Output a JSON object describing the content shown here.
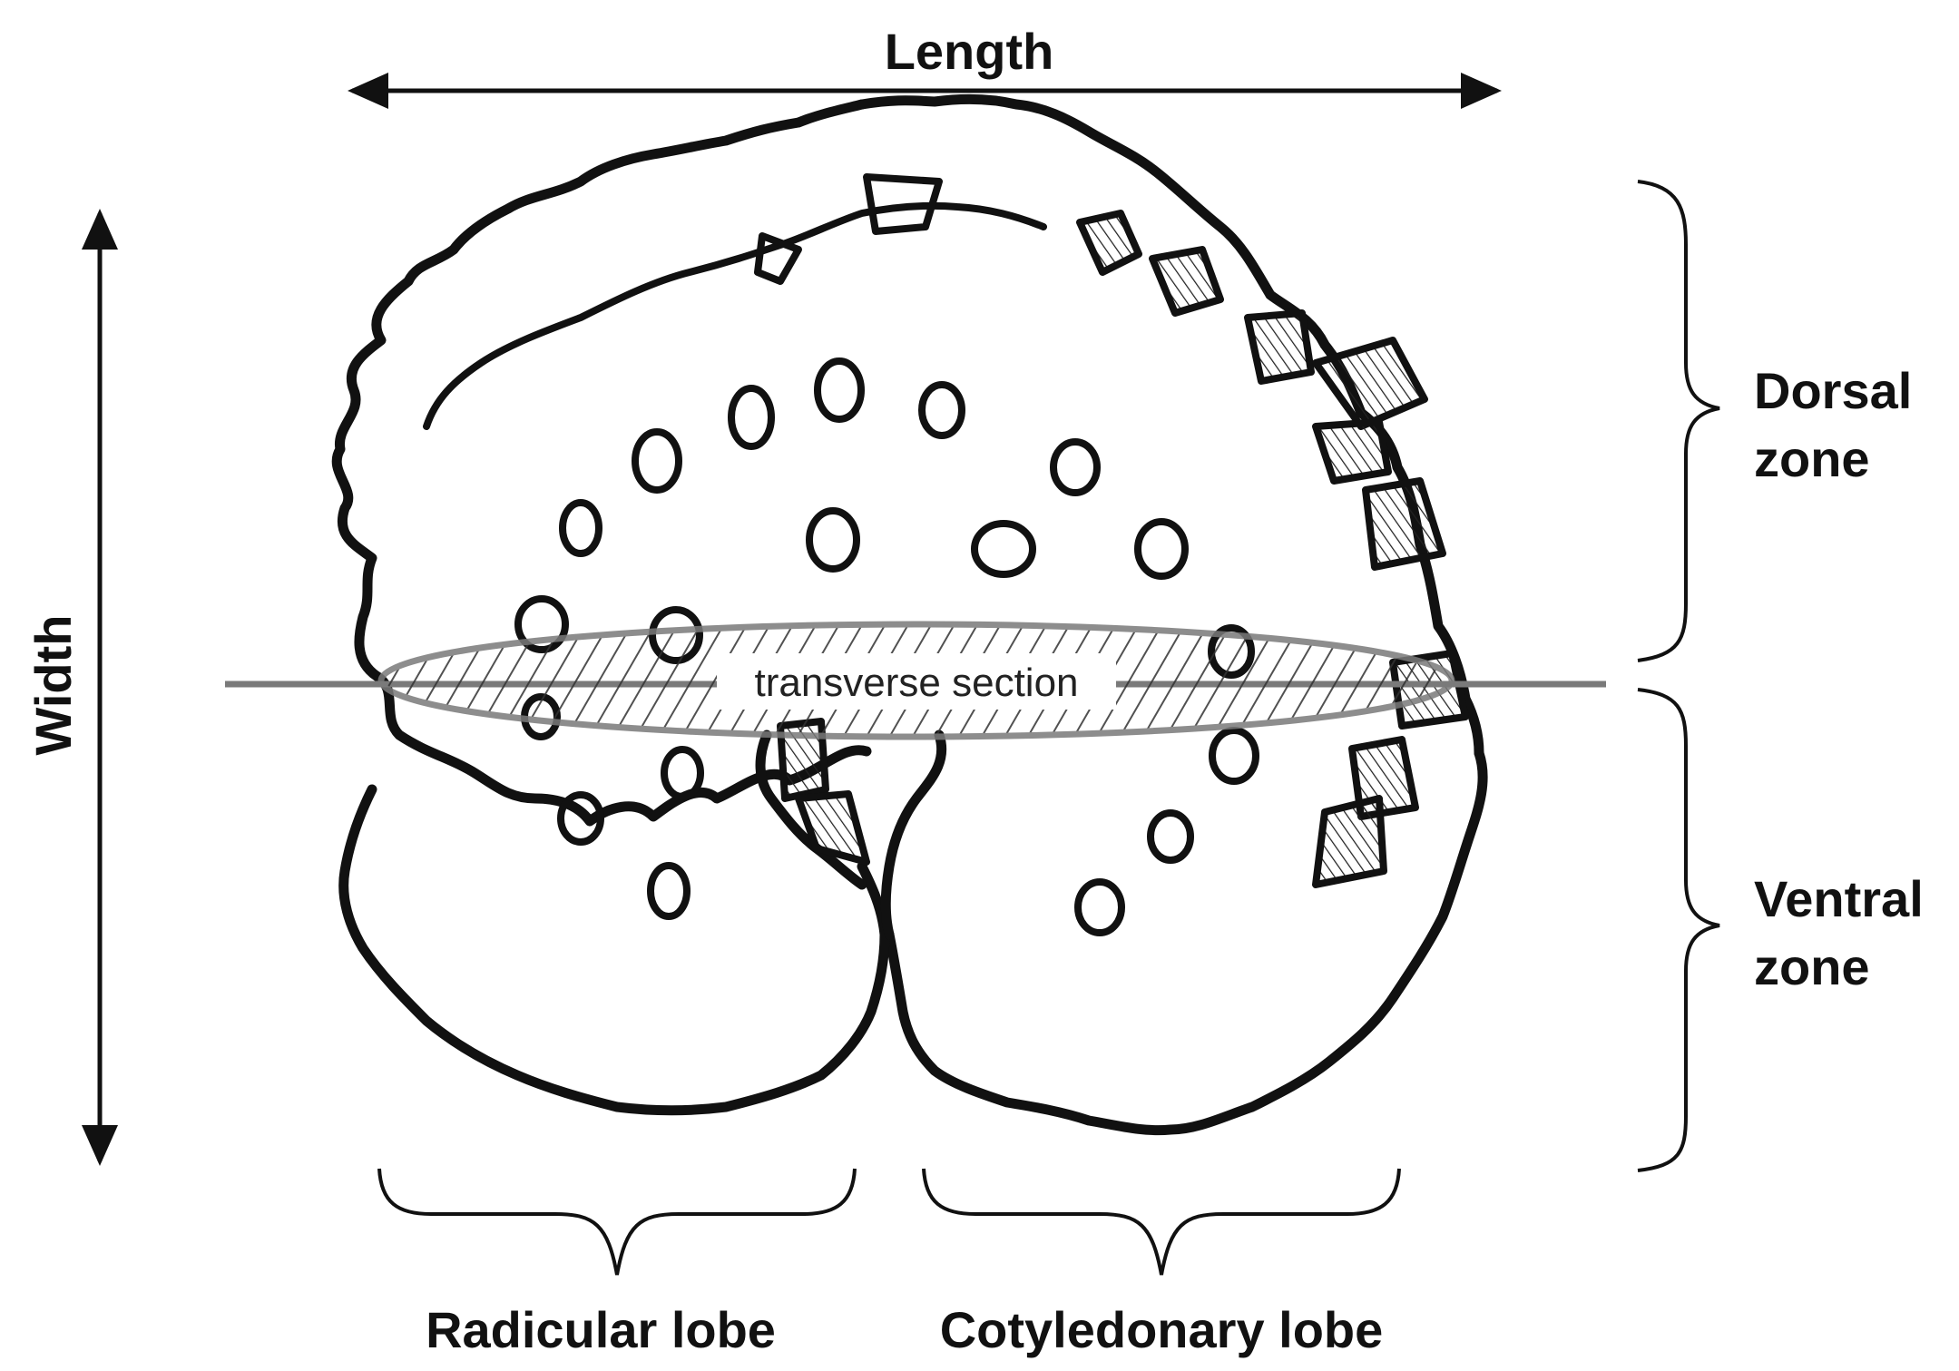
{
  "labels": {
    "length": "Length",
    "width": "Width",
    "dorsal_line1": "Dorsal",
    "dorsal_line2": "zone",
    "ventral_line1": "Ventral",
    "ventral_line2": "zone",
    "transverse": "transverse section",
    "radicular": "Radicular lobe",
    "cotyledonary": "Cotyledonary lobe"
  },
  "colors": {
    "ink": "#111111",
    "section_line": "#7a7a7a",
    "hatch": "#333333",
    "background": "#ffffff"
  }
}
